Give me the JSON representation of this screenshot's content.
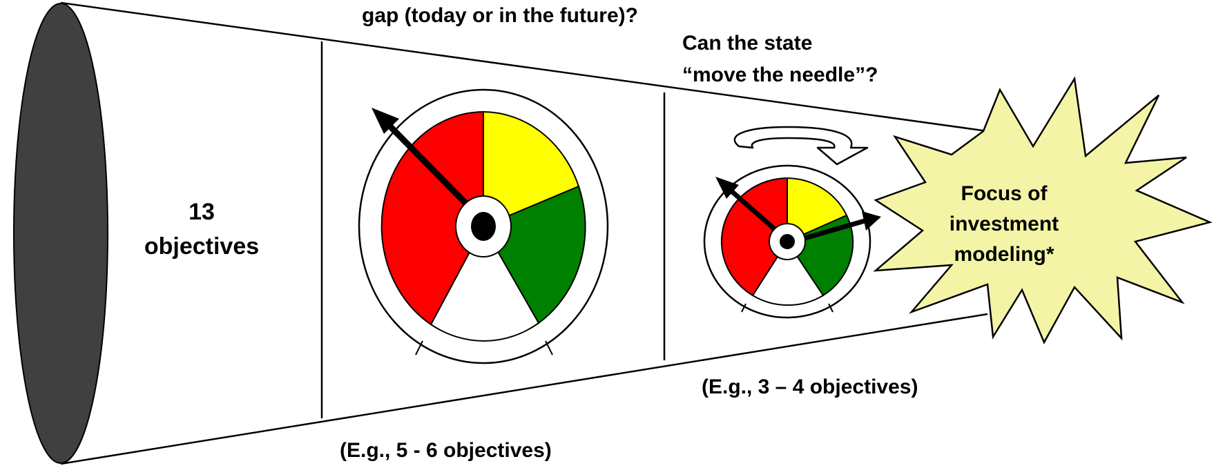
{
  "funnel": {
    "mouth_label_line1": "13",
    "mouth_label_line2": "objectives"
  },
  "stage1": {
    "question_line": "gap (today or in the future)?",
    "caption": "(E.g., 5 - 6 objectives)"
  },
  "stage2": {
    "question_line1": "Can the state",
    "question_line2": "“move the needle”?",
    "caption": "(E.g., 3 – 4 objectives)"
  },
  "burst": {
    "line1": "Focus of",
    "line2": "investment",
    "line3": "modeling*"
  },
  "colors": {
    "mouth": "#404040",
    "red": "#ff0000",
    "yellow": "#ffff00",
    "green": "#008000",
    "burst_fill": "#f4f4a6"
  },
  "icons": {
    "gauge_large": "gauge-icon",
    "gauge_small": "gauge-icon",
    "rotate_arrow": "rotate-arrow-icon"
  }
}
